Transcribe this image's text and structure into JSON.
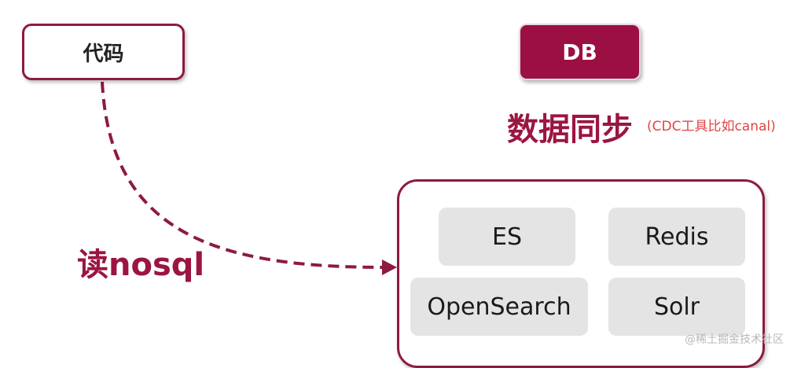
{
  "diagram": {
    "code_label": "代码",
    "db_label": "DB",
    "sync_title": "数据同步",
    "sync_note": "(CDC工具比如canal)",
    "read_label": "读nosql",
    "stores": [
      "ES",
      "Redis",
      "OpenSearch",
      "Solr"
    ]
  },
  "watermark": "@稀土掘金技术社区",
  "colors": {
    "accent": "#9b1540",
    "note": "#e04444",
    "tile": "#e4e4e4"
  }
}
